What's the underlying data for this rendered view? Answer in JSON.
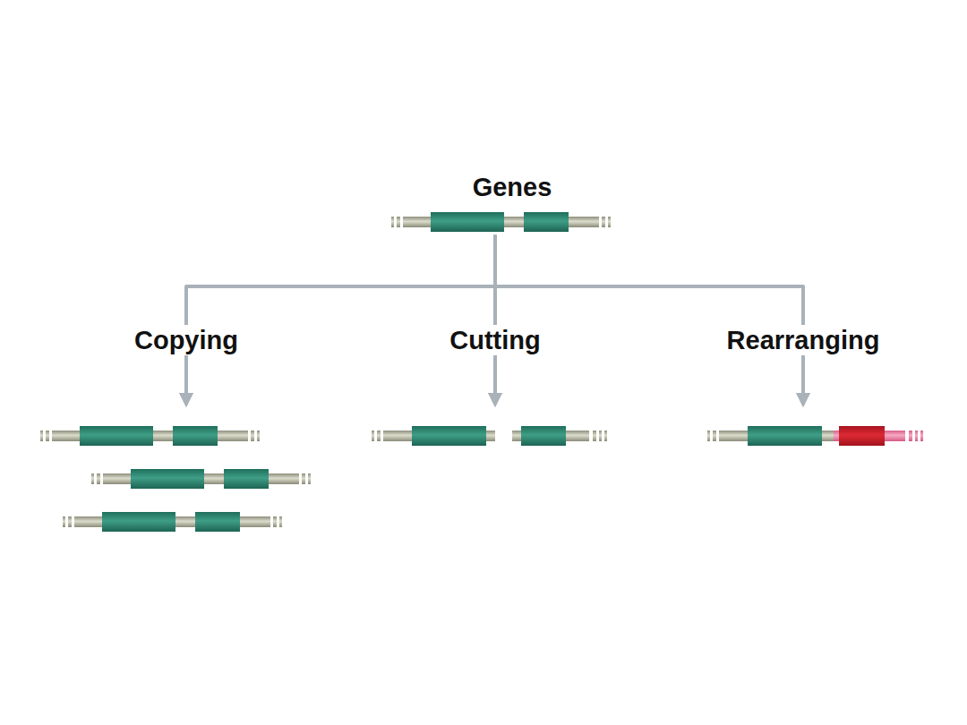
{
  "diagram": {
    "nodes": [
      {
        "text": [
          "Genes"
        ]
      },
      {
        "text": [
          "Copying"
        ]
      },
      {
        "text": [
          "Cutting"
        ]
      },
      {
        "text": [
          "Rearranging"
        ]
      }
    ],
    "edges": [
      {
        "from": 0,
        "to": 1,
        "arrow": "to"
      },
      {
        "from": 0,
        "to": 2,
        "arrow": "to"
      },
      {
        "from": 0,
        "to": 3,
        "arrow": "to"
      }
    ]
  }
}
